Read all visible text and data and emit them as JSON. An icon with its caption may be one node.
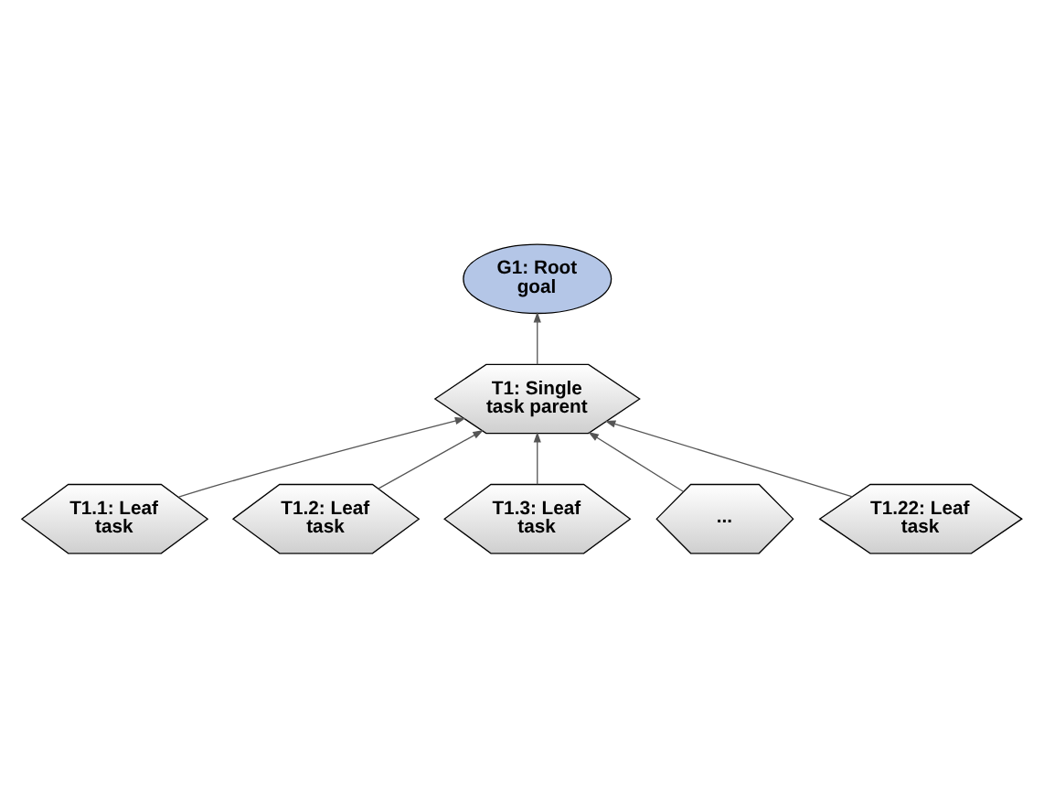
{
  "diagram": {
    "nodes": [
      {
        "text": [
          "G1: Root goal"
        ]
      },
      {
        "text": [
          "T1: Single task parent"
        ]
      },
      {
        "text": [
          "T1.1: Leaf task"
        ]
      },
      {
        "text": [
          "T1.2: Leaf task"
        ]
      },
      {
        "text": [
          "T1.3: Leaf task"
        ]
      },
      {
        "text": [
          "..."
        ]
      },
      {
        "text": [
          "T1.22: Leaf task"
        ]
      }
    ],
    "edges": [
      {
        "from": 1,
        "to": 0,
        "arrow": "to"
      },
      {
        "from": 2,
        "to": 1,
        "arrow": "to"
      },
      {
        "from": 3,
        "to": 1,
        "arrow": "to"
      },
      {
        "from": 4,
        "to": 1,
        "arrow": "to"
      },
      {
        "from": 5,
        "to": 1,
        "arrow": "to"
      },
      {
        "from": 6,
        "to": 1,
        "arrow": "to"
      }
    ]
  }
}
